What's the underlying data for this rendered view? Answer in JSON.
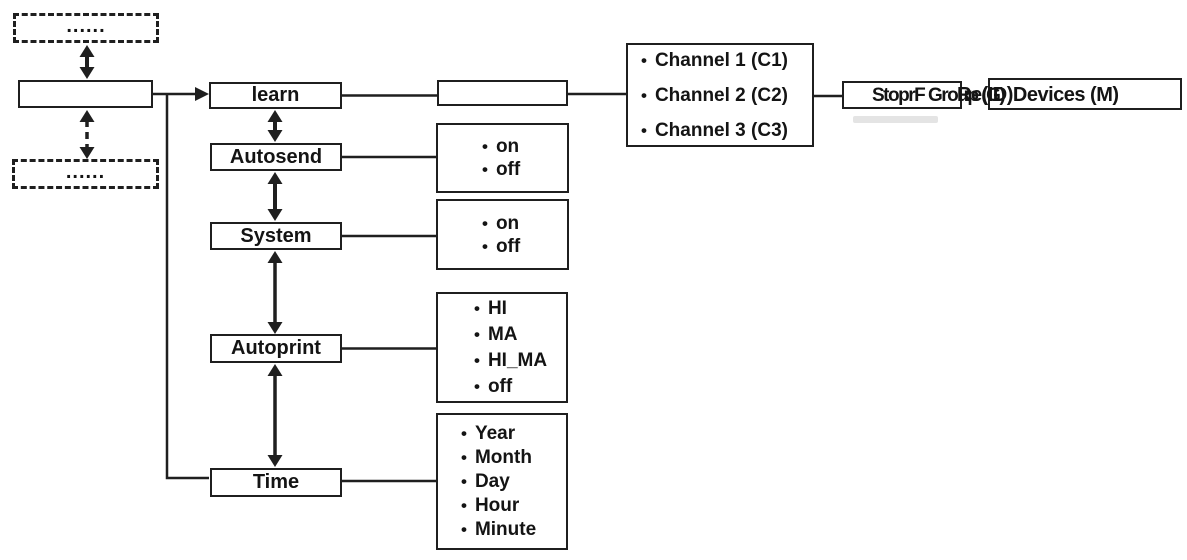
{
  "diagram": {
    "left": {
      "top_dashed_box": {
        "dots": "......"
      },
      "main_box": {
        "label": ""
      },
      "bottom_dashed_box": {
        "dots": "......"
      }
    },
    "menu_items": {
      "learn": "learn",
      "autosend": "Autosend",
      "system": "System",
      "autoprint": "Autoprint",
      "time": "Time"
    },
    "options": {
      "learn_target": "",
      "autosend": [
        "on",
        "off"
      ],
      "system": [
        "on",
        "off"
      ],
      "autoprint": [
        "HI",
        "MA",
        "HI_MA",
        "off"
      ],
      "time": [
        "Year",
        "Month",
        "Day",
        "Hour",
        "Minute"
      ],
      "channels": [
        "Channel 1 (C1)",
        "Channel 2 (C2)",
        "Channel 3 (C3)"
      ]
    },
    "right_overlapping_boxes": {
      "front_text": "StoprF Group (G)",
      "back_text": "Re(ID)Devices (M)"
    },
    "colors": {
      "line": "#1f1f1f",
      "text": "#141414",
      "background": "#ffffff"
    }
  }
}
